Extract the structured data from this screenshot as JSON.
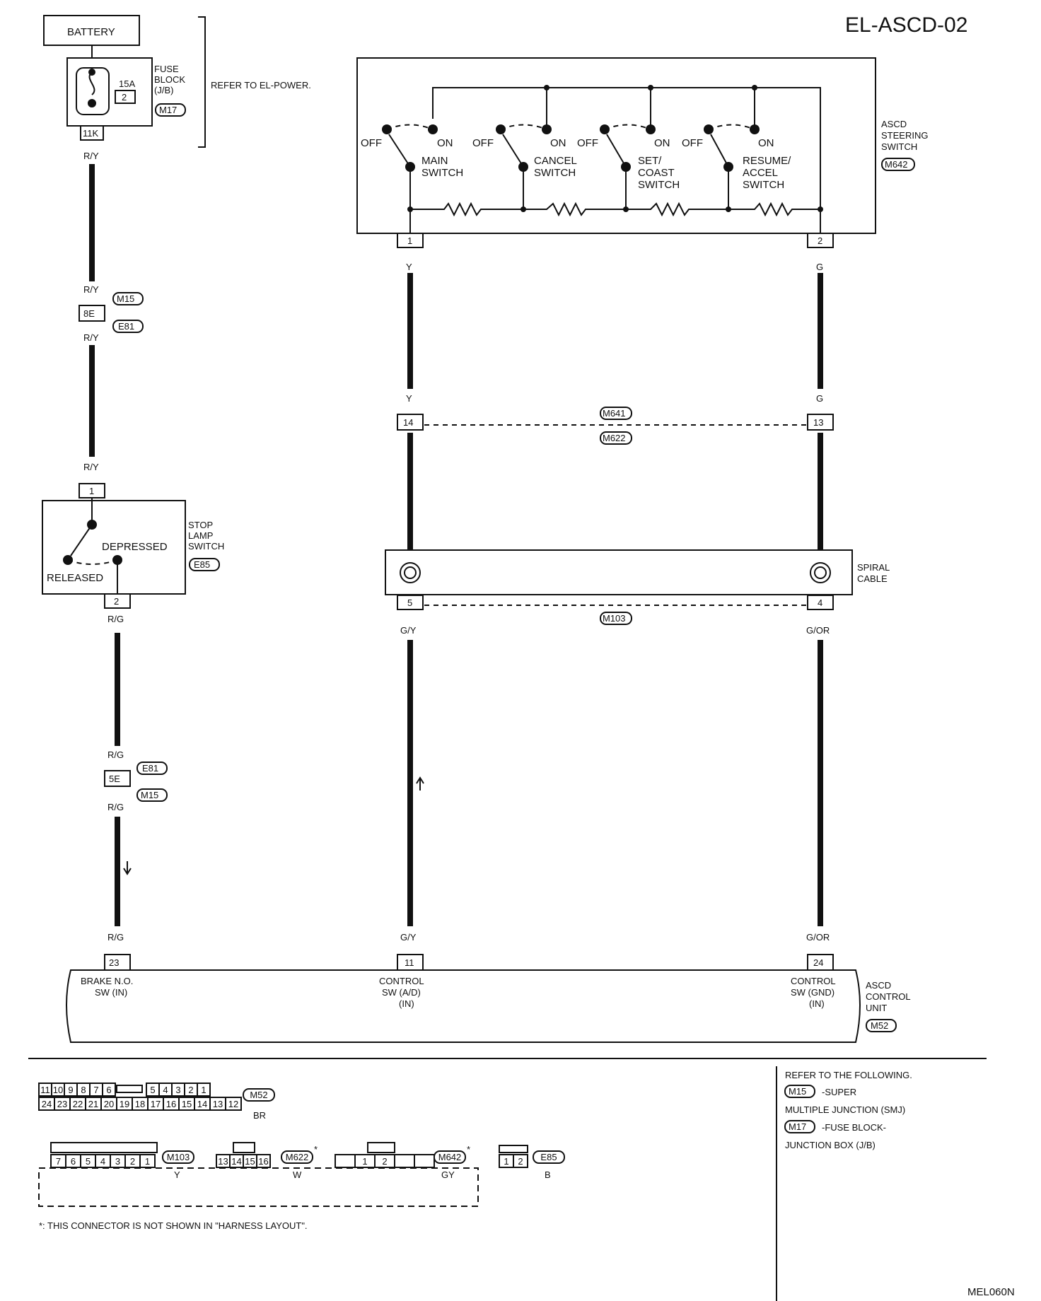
{
  "title": "EL-ASCD-02",
  "diagram_code": "MEL060N",
  "battery_label": "BATTERY",
  "fuse_block": {
    "amp": "15A",
    "num": "2",
    "label_1": "FUSE",
    "label_2": "BLOCK",
    "label_3": "(J/B)",
    "connector": "M17",
    "terminal": "11K",
    "note": "REFER TO EL-POWER."
  },
  "wires": {
    "r_y": "R/Y",
    "r_g": "R/G",
    "y": "Y",
    "g": "G",
    "g_y": "G/Y",
    "g_or": "G/OR"
  },
  "junctions": {
    "j8e": "8E",
    "j5e": "5E",
    "m15": "M15",
    "e81": "E81",
    "m641": "M641",
    "m622": "M622",
    "m103": "M103"
  },
  "stop_lamp": {
    "pin_in": "1",
    "pin_out": "2",
    "depressed": "DEPRESSED",
    "released": "RELEASED",
    "label_1": "STOP",
    "label_2": "LAMP",
    "label_3": "SWITCH",
    "connector": "E85"
  },
  "steering_switch": {
    "label_1": "ASCD",
    "label_2": "STEERING",
    "label_3": "SWITCH",
    "connector": "M642",
    "pin_left": "1",
    "pin_right": "2",
    "off": "OFF",
    "on": "ON",
    "switches": [
      {
        "line1": "MAIN",
        "line2": "SWITCH",
        "line3": ""
      },
      {
        "line1": "CANCEL",
        "line2": "SWITCH",
        "line3": ""
      },
      {
        "line1": "SET/",
        "line2": "COAST",
        "line3": "SWITCH"
      },
      {
        "line1": "RESUME/",
        "line2": "ACCEL",
        "line3": "SWITCH"
      }
    ]
  },
  "terminals": {
    "t14": "14",
    "t13": "13",
    "t5": "5",
    "t4": "4",
    "t23": "23",
    "t11": "11",
    "t24": "24"
  },
  "spiral_cable": {
    "label_1": "SPIRAL",
    "label_2": "CABLE"
  },
  "control_unit": {
    "brake_1": "BRAKE N.O.",
    "brake_2": "SW (IN)",
    "ctrl_ad_1": "CONTROL",
    "ctrl_ad_2": "SW (A/D)",
    "ctrl_ad_3": "(IN)",
    "ctrl_gnd_1": "CONTROL",
    "ctrl_gnd_2": "SW (GND)",
    "ctrl_gnd_3": "(IN)",
    "label_1": "ASCD",
    "label_2": "CONTROL",
    "label_3": "UNIT",
    "connector": "M52"
  },
  "connector_views": {
    "m52_top": [
      "11",
      "10",
      "9",
      "8",
      "7",
      "6",
      "5",
      "4",
      "3",
      "2",
      "1"
    ],
    "m52_bottom": [
      "24",
      "23",
      "22",
      "21",
      "20",
      "19",
      "18",
      "17",
      "16",
      "15",
      "14",
      "13",
      "12"
    ],
    "m52_name": "M52",
    "m52_color": "BR",
    "m103_pins": [
      "7",
      "6",
      "5",
      "4",
      "3",
      "2",
      "1"
    ],
    "m103_name": "M103",
    "m103_color": "Y",
    "m622_pins": [
      "13",
      "14",
      "15",
      "16"
    ],
    "m622_name": "M622",
    "m622_color": "W",
    "m642_pins": [
      "",
      "1",
      "2",
      "",
      ""
    ],
    "m642_name": "M642",
    "m642_color": "GY",
    "e85_pins": [
      "1",
      "2"
    ],
    "e85_name": "E85",
    "e85_color": "B",
    "star": "*"
  },
  "footnote": "*: THIS CONNECTOR IS NOT SHOWN IN \"HARNESS LAYOUT\".",
  "refer": {
    "heading": "REFER TO THE FOLLOWING.",
    "m15": "M15",
    "m15_text_1": "-SUPER",
    "m15_text_2": "MULTIPLE JUNCTION (SMJ)",
    "m17": "M17",
    "m17_text_1": "-FUSE BLOCK-",
    "m17_text_2": "JUNCTION BOX (J/B)"
  }
}
